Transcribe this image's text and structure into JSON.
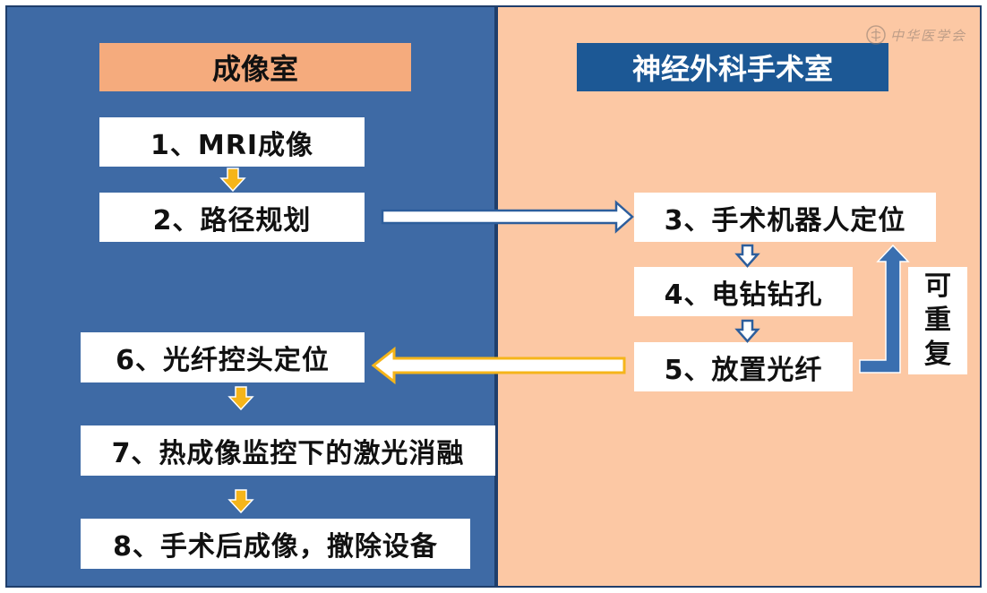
{
  "headers": {
    "left": "成像室",
    "right": "神经外科手术室"
  },
  "steps": [
    "1、MRI成像",
    "2、路径规划",
    "3、手术机器人定位",
    "4、电钻钻孔",
    "5、放置光纤",
    "6、光纤控头定位",
    "7、热成像监控下的激光消融",
    "8、手术后成像，撤除设备"
  ],
  "repeat_label": [
    "可",
    "重",
    "复"
  ],
  "watermark": "中华医学会",
  "colors": {
    "left_panel": "#3e6aa5",
    "right_panel": "#fcc8a4",
    "header_left": "#f5ab7d",
    "header_right": "#1c5895",
    "arrow_gold": "#f5b51a",
    "arrow_blue": "#2d5e9c"
  }
}
